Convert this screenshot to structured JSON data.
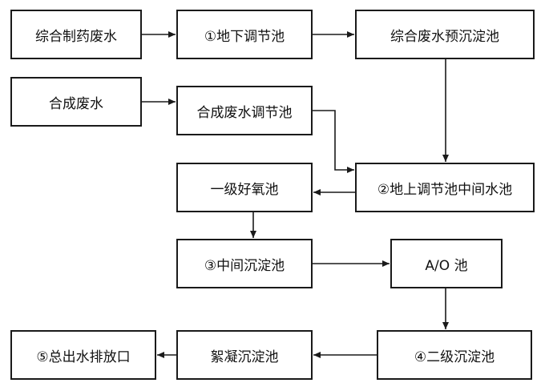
{
  "boxes": {
    "b1": "综合制药废水",
    "b2": "①地下调节池",
    "b3": "综合废水预沉淀池",
    "b4": "合成废水",
    "b5": "合成废水调节池",
    "b6": "②地上调节池中间水池",
    "b7": "一级好氧池",
    "b8": "③中间沉淀池",
    "b9": "A/O 池",
    "b10": "④二级沉淀池",
    "b11": "絮凝沉淀池",
    "b12": "⑤总出水排放口"
  },
  "colors": {
    "line": "#1a1a1a",
    "box_border": "#1a1a1a",
    "background": "#ffffff"
  }
}
